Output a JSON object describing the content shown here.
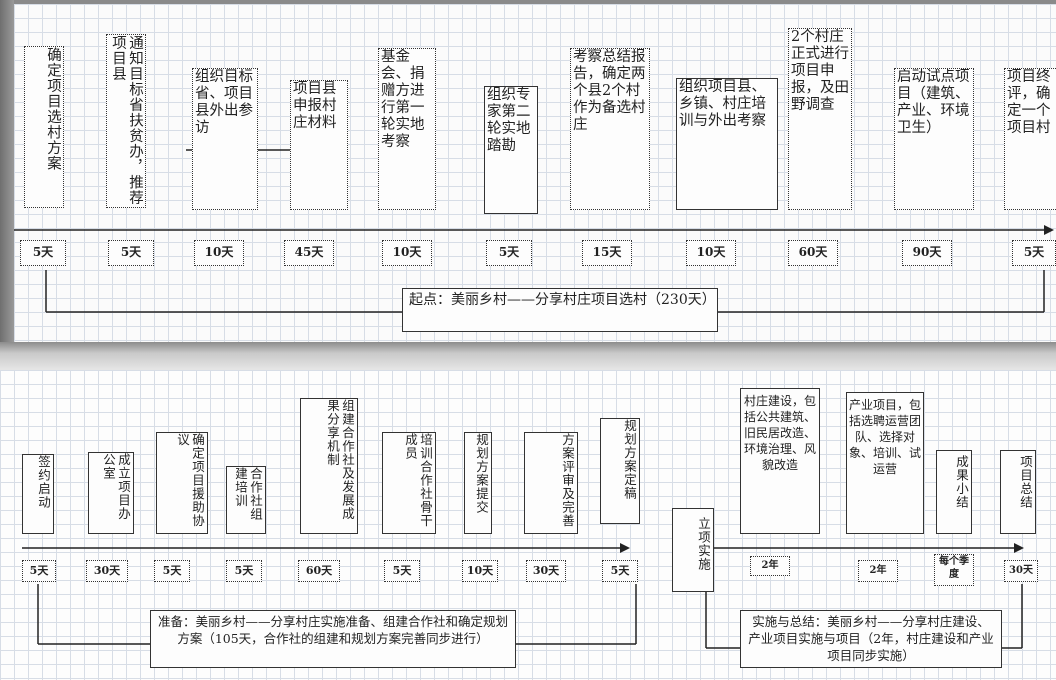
{
  "timeline1": {
    "steps": [
      {
        "label": "确定项目选村方案",
        "duration": "5天"
      },
      {
        "label": "通知目标省扶贫办，推荐项目县",
        "duration": "5天"
      },
      {
        "label": "组织目标省、项目县外出参访",
        "duration": "10天"
      },
      {
        "label": "项目县申报村庄材料",
        "duration": "45天"
      },
      {
        "label": "基金会、捐赠方进行第一轮实地考察",
        "duration": "10天"
      },
      {
        "label": "组织专家第二轮实地踏勘",
        "duration": "5天"
      },
      {
        "label": "考察总结报告，确定两个县2个村作为备选村庄",
        "duration": "15天"
      },
      {
        "label": "组织项目县、乡镇、村庄培训与外出考察",
        "duration": "10天"
      },
      {
        "label": "2个村庄正式进行项目申报，及田野调查",
        "duration": "60天"
      },
      {
        "label": "启动试点项目（建筑、产业、环境卫生）",
        "duration": "90天"
      },
      {
        "label": "项目终评，确定一个项目村",
        "duration": "5天"
      }
    ],
    "caption": "起点：美丽乡村——分享村庄项目选村（230天）"
  },
  "timeline2": {
    "prep_steps": [
      {
        "label": "签约启动",
        "duration": "5天"
      },
      {
        "label": "成立项目办公室",
        "duration": "30天"
      },
      {
        "label": "确定项目援助协议",
        "duration": "5天"
      },
      {
        "label": "合作社组建培训",
        "duration": "5天"
      },
      {
        "label": "组建合作社及发展成果分享机制",
        "duration": "60天"
      },
      {
        "label": "培训合作社骨干成员",
        "duration": "5天"
      },
      {
        "label": "规划方案提交",
        "duration": "10天"
      },
      {
        "label": "方案评审及完善",
        "duration": "30天"
      },
      {
        "label": "规划方案定稿",
        "duration": "5天"
      }
    ],
    "prep_caption": "准备：美丽乡村——分享村庄实施准备、组建合作社和确定规划方案（105天，合作社的组建和规划方案完善同步进行）",
    "milestone": "立项实施",
    "impl_steps": [
      {
        "label": "村庄建设，包括公共建筑、旧民居改造、环境治理、风貌改造",
        "duration": "2年"
      },
      {
        "label": "产业项目，包括选聘运营团队、选择对象、培训、试运营",
        "duration": "2年"
      },
      {
        "label": "成果小结",
        "duration": "每个季度"
      },
      {
        "label": "项目总结",
        "duration": "30天"
      }
    ],
    "impl_caption": "实施与总结：美丽乡村——分享村庄建设、产业项目实施与项目（2年，村庄建设和产业项目同步实施）"
  }
}
